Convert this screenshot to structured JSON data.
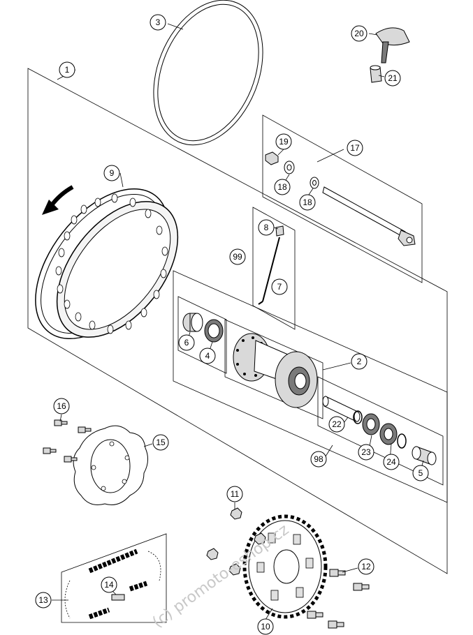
{
  "watermark": "(c) promoto-eshop.cz",
  "callouts": [
    {
      "id": "c1",
      "label": "1"
    },
    {
      "id": "c2",
      "label": "2"
    },
    {
      "id": "c3",
      "label": "3"
    },
    {
      "id": "c4",
      "label": "4"
    },
    {
      "id": "c5",
      "label": "5"
    },
    {
      "id": "c6",
      "label": "6"
    },
    {
      "id": "c7",
      "label": "7"
    },
    {
      "id": "c8",
      "label": "8"
    },
    {
      "id": "c9",
      "label": "9"
    },
    {
      "id": "c10",
      "label": "10"
    },
    {
      "id": "c11",
      "label": "11"
    },
    {
      "id": "c12",
      "label": "12"
    },
    {
      "id": "c13",
      "label": "13"
    },
    {
      "id": "c14",
      "label": "14"
    },
    {
      "id": "c15",
      "label": "15"
    },
    {
      "id": "c16",
      "label": "16"
    },
    {
      "id": "c17",
      "label": "17"
    },
    {
      "id": "c18a",
      "label": "18"
    },
    {
      "id": "c18b",
      "label": "18"
    },
    {
      "id": "c19",
      "label": "19"
    },
    {
      "id": "c20",
      "label": "20"
    },
    {
      "id": "c21",
      "label": "21"
    },
    {
      "id": "c22",
      "label": "22"
    },
    {
      "id": "c23",
      "label": "23"
    },
    {
      "id": "c24",
      "label": "24"
    },
    {
      "id": "c98",
      "label": "98"
    },
    {
      "id": "c99",
      "label": "99"
    }
  ]
}
